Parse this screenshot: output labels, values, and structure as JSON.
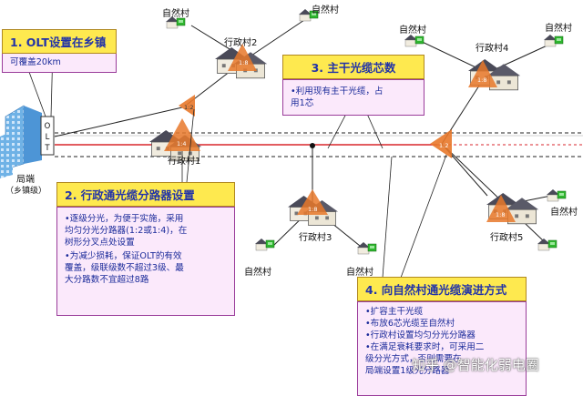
{
  "callout1": {
    "title": "1. OLT设置在乡镇",
    "lines": [
      "可覆盖20km"
    ]
  },
  "callout2": {
    "title": "2. 行政通光缆分路器设置",
    "lines": [
      "•逐级分光，为便于实施，采用",
      "均匀分光分路器(1:2或1:4)，在",
      "树形分叉点处设置",
      "•为减少损耗，保证OLT的有效",
      "覆盖，级联级数不超过3级、最",
      "大分路数不宜超过8路"
    ]
  },
  "callout3": {
    "title": "3. 主干光缆芯数",
    "lines": [
      "•利用现有主干光缆，占",
      "用1芯"
    ]
  },
  "callout4": {
    "title": "4. 向自然村通光缆演进方式",
    "lines": [
      "•扩容主干光缆",
      "•布放6芯光缆至自然村",
      "•行政村设置均匀分光分路器",
      "•在满足衰耗要求时，可采用二",
      "级分光方式，否则需要在",
      "局端设置1级光分路器"
    ]
  },
  "labels": {
    "olt": "OLT",
    "office": "局端",
    "office_sub": "（乡镇级）",
    "v1": "行政村1",
    "v2": "行政村2",
    "v3": "行政村3",
    "v4": "行政村4",
    "v5": "行政村5",
    "nat": "自然村",
    "r14": "1:4",
    "r18": "1:8",
    "r12": "1:2"
  },
  "watermark": "知乎 @智能化弱电圈"
}
